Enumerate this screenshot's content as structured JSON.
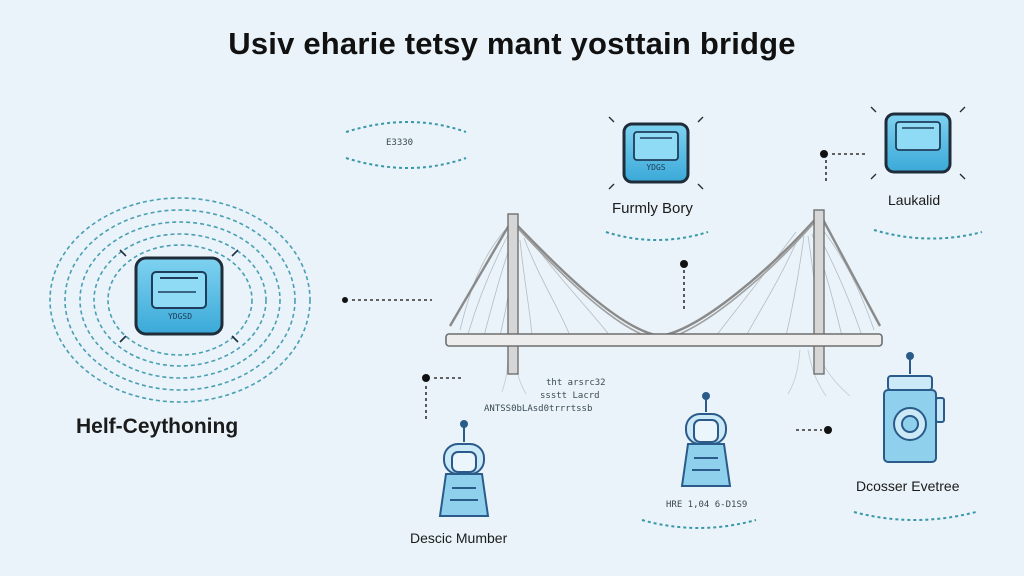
{
  "title": "Usiv eharie tetsy mant yosttain bridge",
  "labels": {
    "half_cey": "Helf-Ceythoning",
    "furmly": "Furmly Bory",
    "laukalid": "Laukalid",
    "descic": "Descic Mumber",
    "dcosser": "Dcosser Evetree"
  },
  "small_text": {
    "top_left": "E3330",
    "mid_line1": "tht arsrc32",
    "mid_line2": "ssstt Lacrd",
    "mid_line3": "ANTSS0bLAsd0trrrtssb",
    "bottom": "HRE 1,04 6-D1S9"
  },
  "box_tags": {
    "left_box_bottom": "YDGSD",
    "furmly_box_bottom": "YDGS"
  },
  "colors": {
    "background": "#e9f3f9",
    "screen_blue": "#45b8e4",
    "dash_teal": "#3a97a8",
    "bridge_line": "#8a8a8a"
  }
}
